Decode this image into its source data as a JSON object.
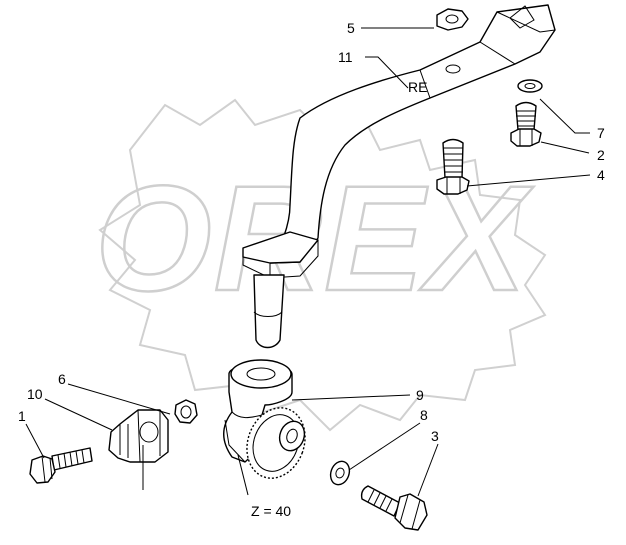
{
  "watermark": {
    "text": "OREX"
  },
  "arm_marking": "RE",
  "tooth_count": "Z = 40",
  "callouts": [
    {
      "key": "c1",
      "label": "1"
    },
    {
      "key": "c2",
      "label": "2"
    },
    {
      "key": "c3",
      "label": "3"
    },
    {
      "key": "c4",
      "label": "4"
    },
    {
      "key": "c5",
      "label": "5"
    },
    {
      "key": "c6",
      "label": "6"
    },
    {
      "key": "c7",
      "label": "7"
    },
    {
      "key": "c8",
      "label": "8"
    },
    {
      "key": "c9",
      "label": "9"
    },
    {
      "key": "c10",
      "label": "10"
    },
    {
      "key": "c11",
      "label": "11"
    }
  ]
}
